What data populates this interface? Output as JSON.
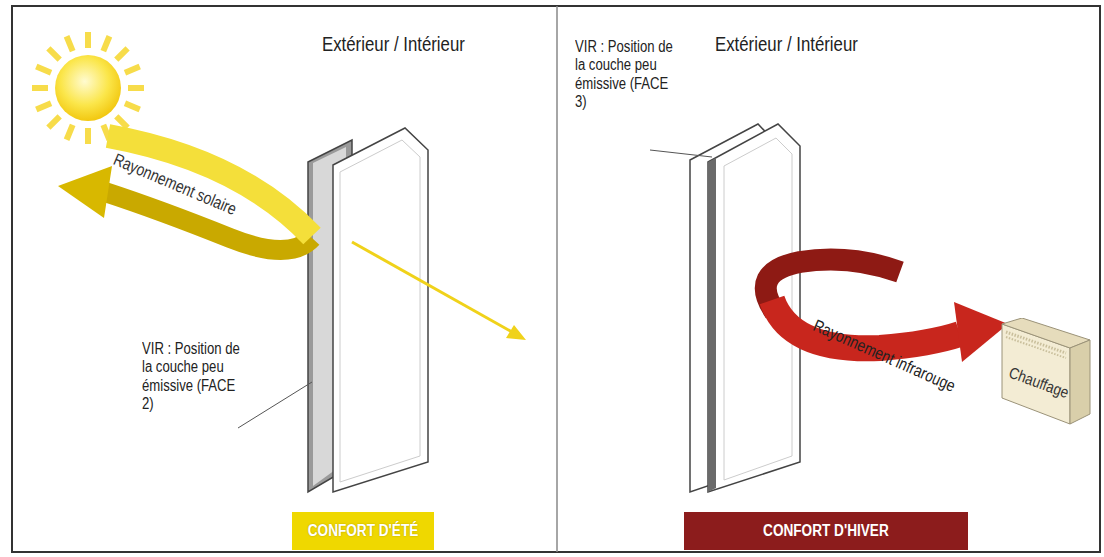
{
  "diagram": {
    "nodes": [
      {
        "text": [
          "CONFORT D'ÉTÉ"
        ]
      },
      {
        "text": [
          "CONFORT D'HIVER"
        ]
      },
      {
        "text": [
          "Chauffage"
        ]
      }
    ],
    "labels": [
      "Extérieur / Intérieur",
      "Rayonnement solaire",
      "VIR : Position de la couche peu émissive (FACE 2)",
      "Extérieur / Intérieur",
      "VIR : Position de la couche peu émissive (FACE 3)",
      "Rayonnement infrarouge"
    ]
  }
}
